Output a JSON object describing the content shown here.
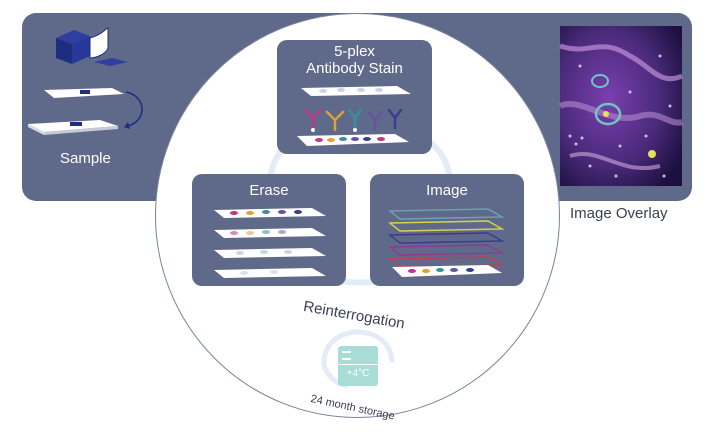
{
  "sample": {
    "label": "Sample"
  },
  "stain": {
    "line1": "5-plex",
    "line2": "Antibody Stain"
  },
  "erase": {
    "label": "Erase"
  },
  "image": {
    "label": "Image"
  },
  "overlay": {
    "label": "Image Overlay"
  },
  "cycle": {
    "label": "Reinterrogation"
  },
  "storage": {
    "temp": "+4°C",
    "label": "24 month storage"
  },
  "colors": {
    "panel": "#5f6a8a",
    "antibodies": [
      "#c2368a",
      "#e0a12f",
      "#3a8f9e",
      "#6b4fa6",
      "#3b3b8f"
    ],
    "image_layers": [
      "#6fa0b0",
      "#d8d24a",
      "#3b3a8f",
      "#8e3a8f",
      "#c23a55"
    ]
  }
}
